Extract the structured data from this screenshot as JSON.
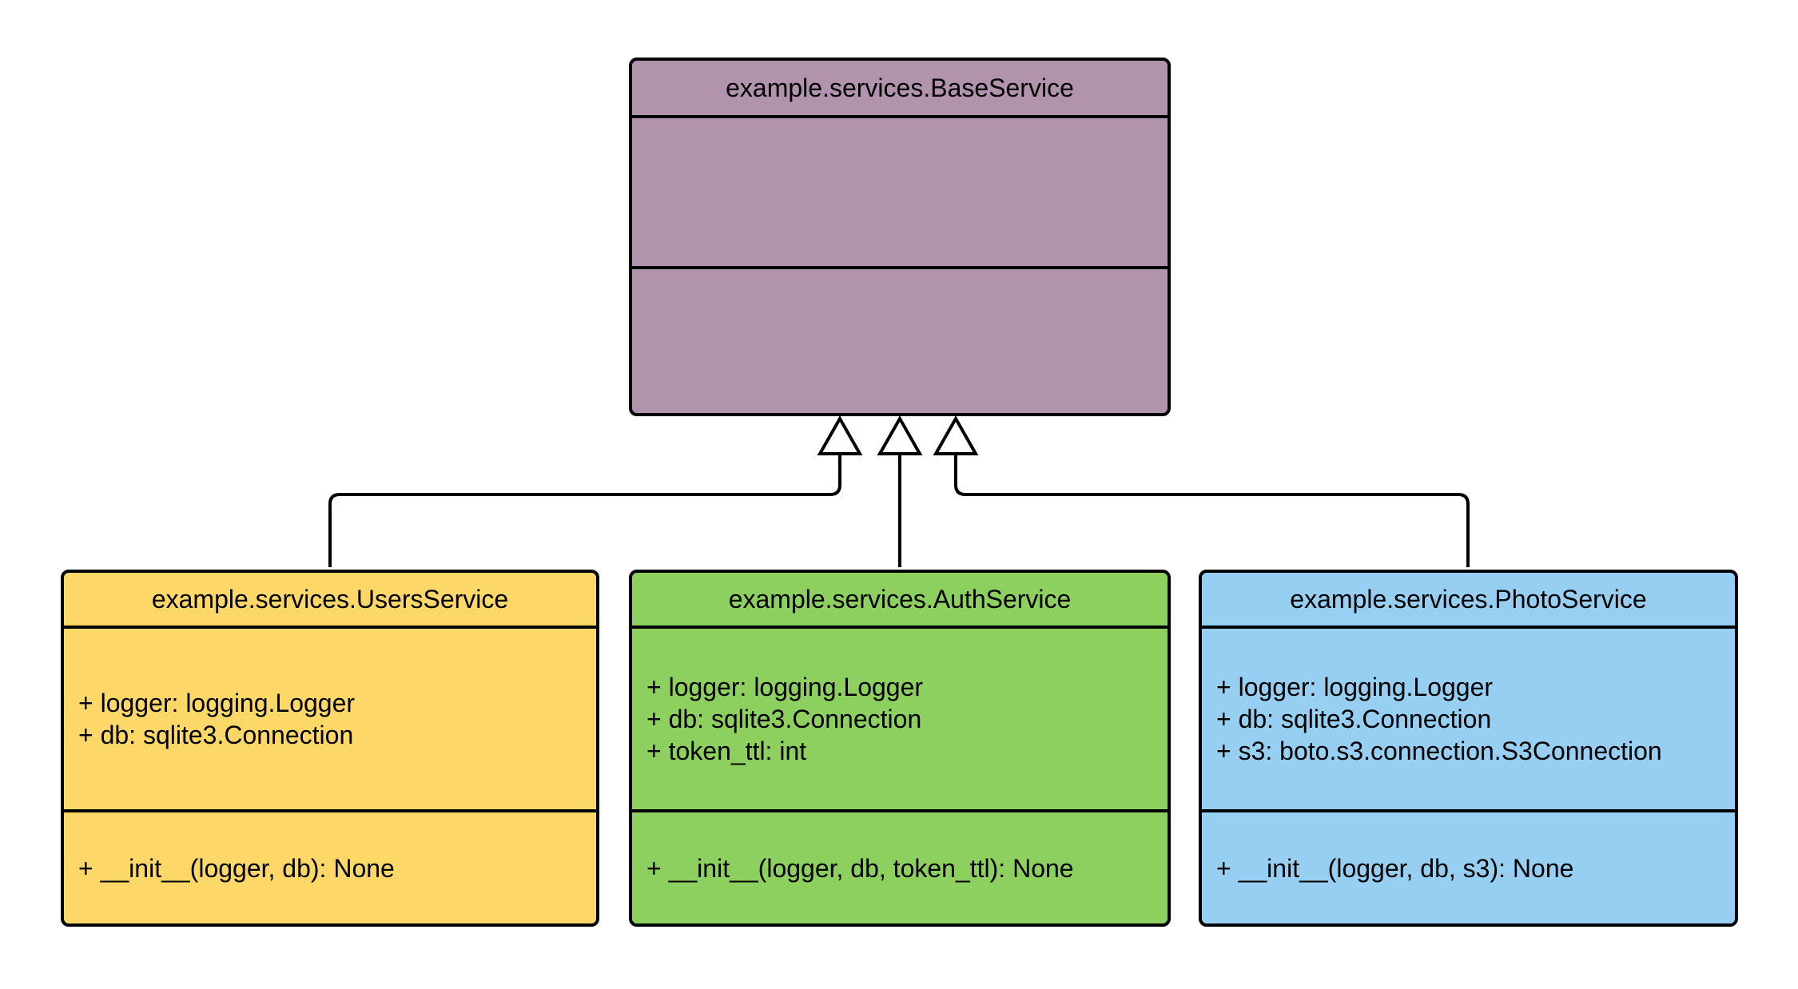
{
  "diagram": {
    "type": "uml-class-diagram",
    "background_color": "#ffffff",
    "line_color": "#000000",
    "classes": {
      "base": {
        "title": "example.services.BaseService",
        "attributes": [],
        "methods": [],
        "fill": "#b293ae"
      },
      "users": {
        "title": "example.services.UsersService",
        "attributes": [
          "+ logger: logging.Logger",
          "+ db: sqlite3.Connection"
        ],
        "methods": [
          "+ __init__(logger, db): None"
        ],
        "fill": "#fdd869"
      },
      "auth": {
        "title": "example.services.AuthService",
        "attributes": [
          "+ logger: logging.Logger",
          "+ db: sqlite3.Connection",
          "+ token_ttl: int"
        ],
        "methods": [
          "+ __init__(logger, db, token_ttl): None"
        ],
        "fill": "#8ed05f"
      },
      "photo": {
        "title": "example.services.PhotoService",
        "attributes": [
          "+ logger: logging.Logger",
          "+ db: sqlite3.Connection",
          "+ s3: boto.s3.connection.S3Connection"
        ],
        "methods": [
          "+ __init__(logger, db, s3): None"
        ],
        "fill": "#96cff1"
      }
    },
    "relationships": [
      {
        "from": "example.services.UsersService",
        "to": "example.services.BaseService",
        "type": "inheritance"
      },
      {
        "from": "example.services.AuthService",
        "to": "example.services.BaseService",
        "type": "inheritance"
      },
      {
        "from": "example.services.PhotoService",
        "to": "example.services.BaseService",
        "type": "inheritance"
      }
    ]
  }
}
